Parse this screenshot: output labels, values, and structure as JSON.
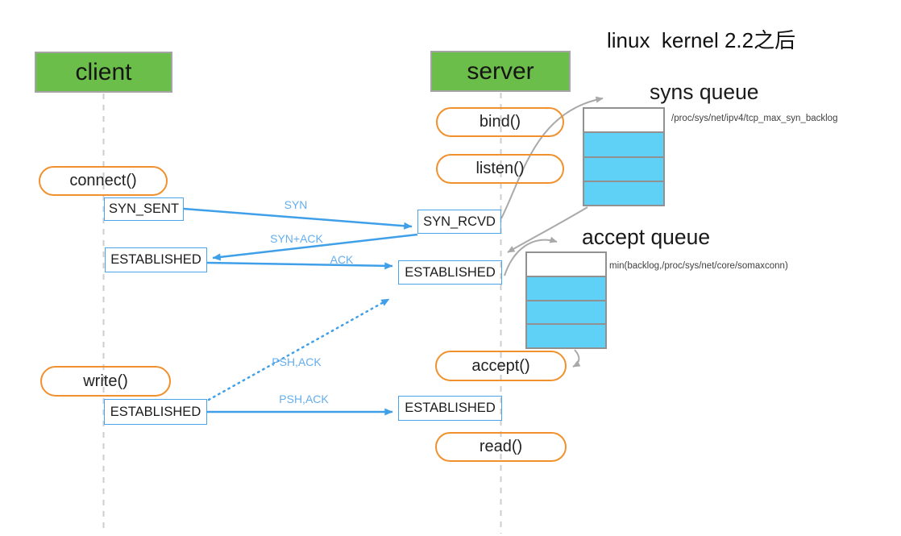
{
  "title": "linux  kernel 2.2之后",
  "colors": {
    "green": "#6CBE4B",
    "orange": "#F0912D",
    "blue": "#3F9FE8",
    "bluebox": "#4AA4EA",
    "msgblue": "#64AEEE",
    "cyan": "#60D1F6",
    "gray": "#A9A9A9"
  },
  "actors": {
    "client": "client",
    "server": "server"
  },
  "client_calls": {
    "connect": "connect()",
    "write": "write()"
  },
  "server_calls": {
    "bind": "bind()",
    "listen": "listen()",
    "accept": "accept()",
    "read": "read()"
  },
  "client_states": {
    "syn_sent": "SYN_SENT",
    "established_handshake": "ESTABLISHED",
    "established_data": "ESTABLISHED"
  },
  "server_states": {
    "syn_rcvd": "SYN_RCVD",
    "established_handshake": "ESTABLISHED",
    "established_data": "ESTABLISHED"
  },
  "messages": {
    "syn": "SYN",
    "syn_ack": "SYN+ACK",
    "ack": "ACK",
    "psh_ack_dotted": "PSH,ACK",
    "psh_ack_solid": "PSH,ACK"
  },
  "queues": {
    "syns": {
      "title": "syns queue",
      "note": "/proc/sys/net/ipv4/tcp_max_syn_backlog",
      "cells": [
        "empty",
        "filled",
        "filled",
        "filled"
      ]
    },
    "accept": {
      "title": "accept queue",
      "note": "min(backlog,/proc/sys/net/core/somaxconn)",
      "cells": [
        "empty",
        "filled",
        "filled",
        "filled"
      ]
    }
  }
}
